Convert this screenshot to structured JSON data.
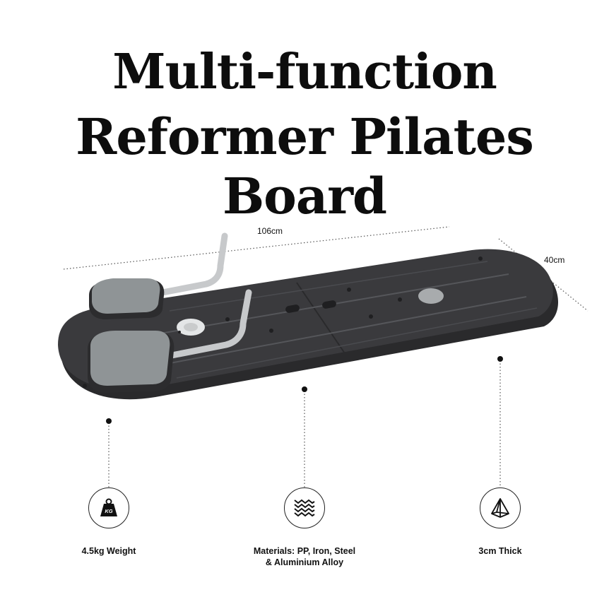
{
  "title": {
    "line1": "Multi-function",
    "line2": "Reformer Pilates Board"
  },
  "dimensions": {
    "length": "106cm",
    "width": "40cm"
  },
  "features": [
    {
      "icon": "kg-weight-icon",
      "badge": "KG",
      "label": "4.5kg Weight"
    },
    {
      "icon": "material-weave-icon",
      "label_line1": "Materials: PP, Iron, Steel",
      "label_line2": "& Aluminium Alloy"
    },
    {
      "icon": "pyramid-thickness-icon",
      "label": "3cm Thick"
    }
  ],
  "colors": {
    "board": "#3a3a3d",
    "pads": "#8f9496",
    "handles": "#c7c9cb"
  }
}
